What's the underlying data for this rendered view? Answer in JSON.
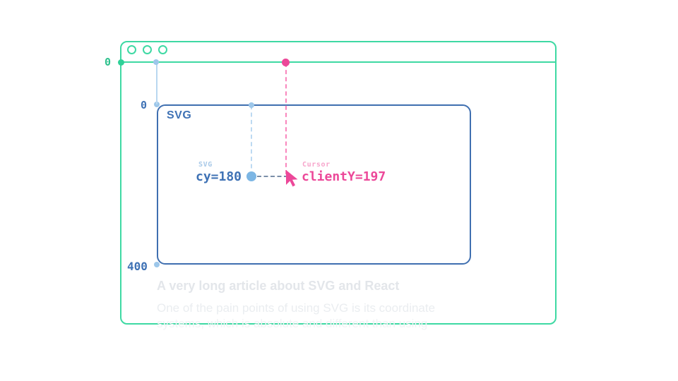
{
  "browser": {
    "dots": [
      "window-dot-1",
      "window-dot-2",
      "window-dot-3"
    ],
    "viewport_origin_label": "0",
    "accent_color": "#3ed9a3"
  },
  "svg_box": {
    "title": "SVG",
    "top_label": "0",
    "bottom_label": "400",
    "border_color": "#3f6fb0"
  },
  "measurements": {
    "svg_caption": "SVG",
    "svg_value": "cy=180",
    "cursor_caption": "Cursor",
    "cursor_value": "clientY=197",
    "svg_color": "#3f72b5",
    "cursor_color": "#ec4899"
  },
  "article": {
    "title": "A very long article about SVG and React",
    "line1": "One of the pain  points of using SVG is its coordinate",
    "line2": "systems, which is absolute and different than using"
  }
}
